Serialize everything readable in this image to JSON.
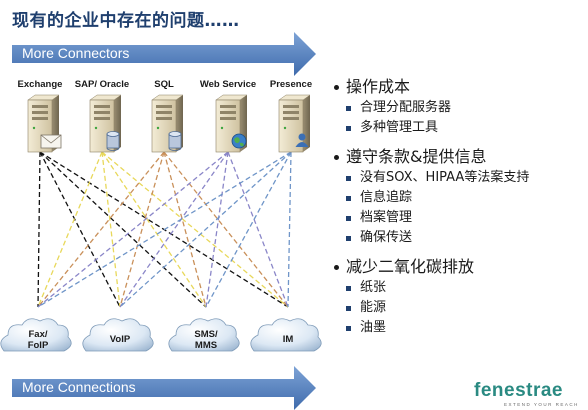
{
  "title": "现有的企业中存在的问题……",
  "top_banner": {
    "label": "More Connectors",
    "color": "#4a78b8"
  },
  "bottom_banner": {
    "label": "More Connections",
    "color": "#4a78b8"
  },
  "servers": [
    {
      "label": "Exchange",
      "badge": "envelope-icon"
    },
    {
      "label": "SAP/ Oracle",
      "badge": "database-icon"
    },
    {
      "label": "SQL",
      "badge": "database-icon"
    },
    {
      "label": "Web Service",
      "badge": "globe-icon"
    },
    {
      "label": "Presence",
      "badge": "person-icon"
    }
  ],
  "clouds": [
    {
      "label_lines": [
        "Fax/",
        "FoIP"
      ]
    },
    {
      "label_lines": [
        "VoIP"
      ]
    },
    {
      "label_lines": [
        "SMS/",
        "MMS"
      ]
    },
    {
      "label_lines": [
        "IM"
      ]
    }
  ],
  "connection_colors": [
    "#111111",
    "#e8d85a",
    "#c9905a",
    "#8a86c8",
    "#6f95c8"
  ],
  "bullets": [
    {
      "heading": "操作成本",
      "items": [
        "合理分配服务器",
        "多种管理工具"
      ]
    },
    {
      "heading": "遵守条款&提供信息",
      "items": [
        "没有SOX、HIPAA等法案支持",
        "信息追踪",
        "档案管理",
        "确保传送"
      ]
    },
    {
      "heading": "减少二氧化碳排放",
      "items": [
        "纸张",
        "能源",
        "油墨"
      ]
    }
  ],
  "logo": {
    "word": "fenestrae",
    "tagline": "EXTEND YOUR REACH"
  }
}
